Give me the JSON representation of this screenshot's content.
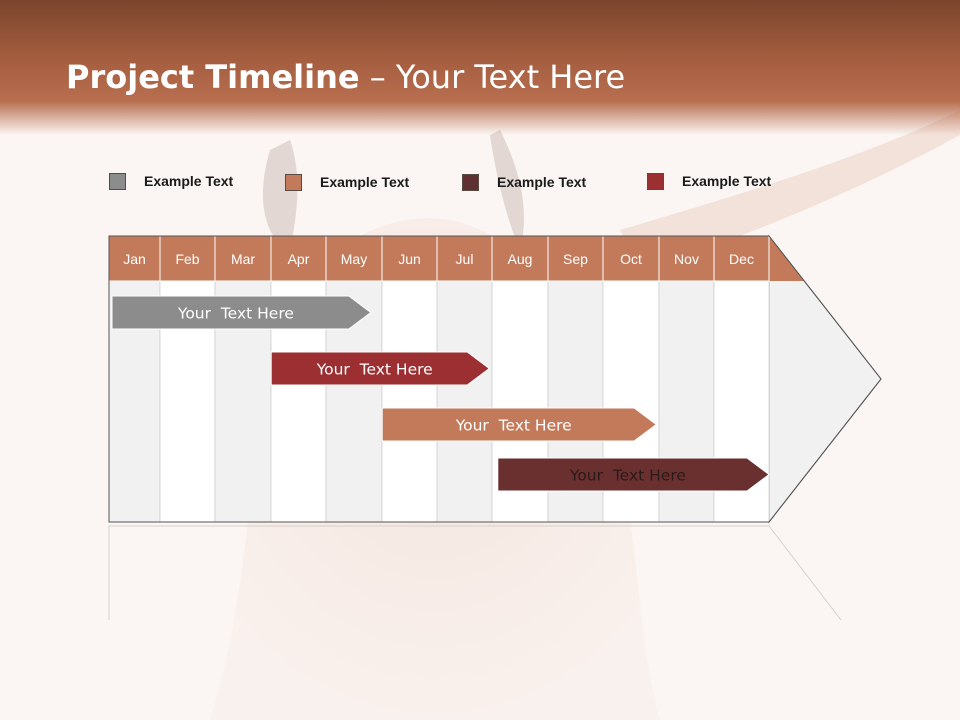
{
  "slide": {
    "title_bold": "Project Timeline",
    "title_rest": " – Your Text Here"
  },
  "legend": [
    {
      "label": "Example Text",
      "color": "#8c8c8c"
    },
    {
      "label": "Example Text",
      "color": "#c27a5a"
    },
    {
      "label": "Example Text",
      "color": "#5e3030"
    },
    {
      "label": "Example Text",
      "color": "#9b2f32"
    }
  ],
  "timeline": {
    "months": [
      "Jan",
      "Feb",
      "Mar",
      "Apr",
      "May",
      "Jun",
      "Jul",
      "Aug",
      "Sep",
      "Oct",
      "Nov",
      "Dec"
    ],
    "header_color": "#c27a5a",
    "tasks": [
      {
        "label": "Your  Text Here",
        "start": 1,
        "end": 4.8,
        "color": "#8c8c8c",
        "label_color": "#ffffff"
      },
      {
        "label": "Your  Text Here",
        "start": 3.95,
        "end": 6.95,
        "color": "#9b2f32",
        "label_color": "#ffffff"
      },
      {
        "label": "Your  Text Here",
        "start": 5.95,
        "end": 9.95,
        "color": "#c27a5a",
        "label_color": "#ffffff"
      },
      {
        "label": "Your  Text Here",
        "start": 8.05,
        "end": 12.0,
        "color": "#6a3030",
        "label_color": "#2a1a18"
      }
    ]
  }
}
